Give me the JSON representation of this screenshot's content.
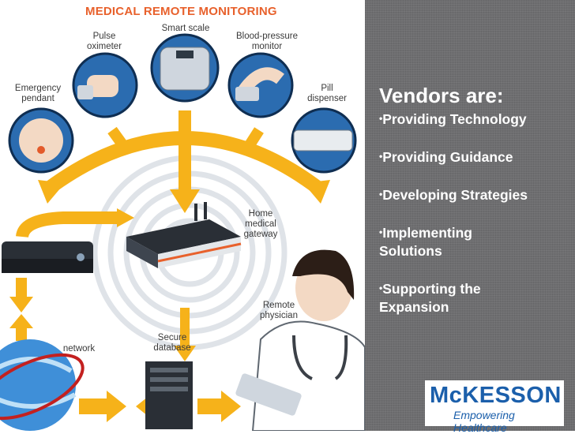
{
  "infographic": {
    "title": "MEDICAL REMOTE MONITORING",
    "labels": {
      "emergency_pendant": "Emergency\npendant",
      "pulse_oximeter": "Pulse\noximeter",
      "smart_scale": "Smart scale",
      "blood_pressure": "Blood-pressure\nmonitor",
      "pill_dispenser": "Pill\ndispenser",
      "home_gateway": "Home\nmedical\ngateway",
      "remote_physician": "Remote\nphysician",
      "secure_database": "Secure\ndatabase",
      "network": "network"
    },
    "colors": {
      "arrow": "#f6b21a",
      "title": "#e8612c",
      "circle": "#2b6cb0"
    }
  },
  "panel": {
    "heading": "Vendors are:",
    "bullets": [
      "Providing Technology",
      "Providing Guidance",
      "Developing Strategies",
      "Implementing\nSolutions",
      "Supporting the\nExpansion"
    ]
  },
  "logo": {
    "wordmark": "McKESSON",
    "tagline": "Empowering Healthcare",
    "color": "#1b5fab"
  }
}
